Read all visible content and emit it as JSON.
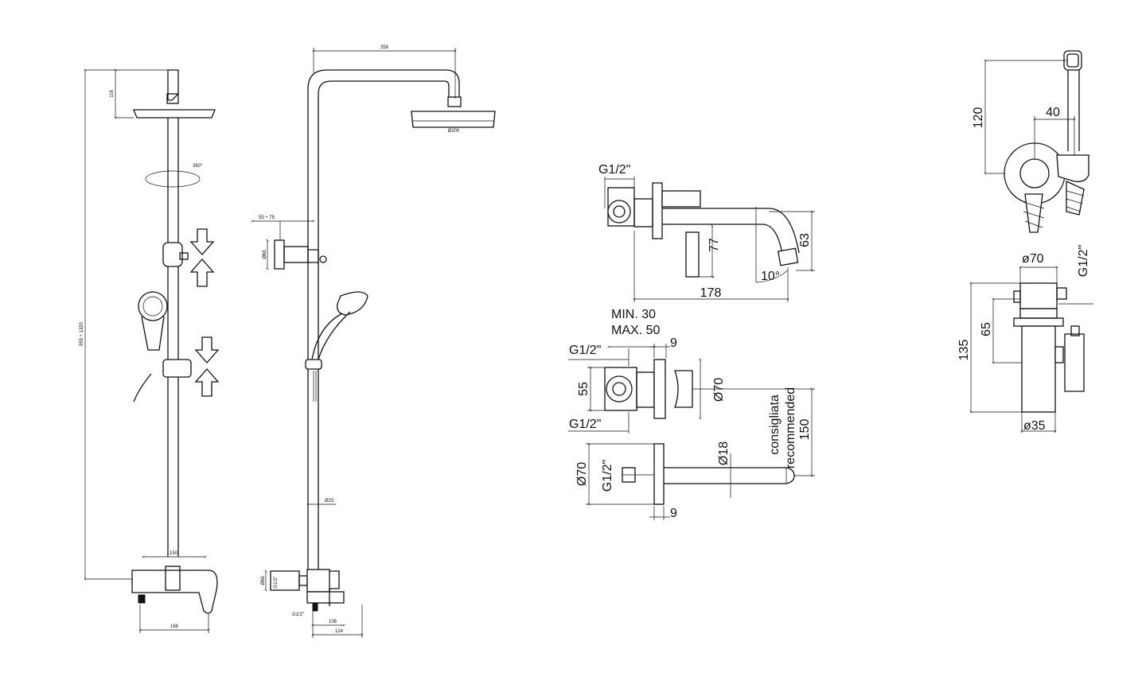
{
  "view1": {
    "dim_height": "116",
    "dim_rotation": "360°",
    "dim_total_height": "955 ÷ 1320",
    "dim_mixer_centers": "150",
    "dim_mixer_width": "168"
  },
  "view2": {
    "dim_arm_length": "358",
    "dim_head_diameter": "Ø200",
    "dim_adjust_range": "55 ÷ 75",
    "dim_bracket_diameter": "Ø66",
    "dim_bar_diameter": "Ø25",
    "dim_connection_diameter": "Ø66",
    "dim_connection_thread": "G1/2\"",
    "dim_base_thread": "G1/2\"",
    "dim_spout_106": "106",
    "dim_spout_124": "124"
  },
  "view3": {
    "thread_top": "G1/2\"",
    "dim_77": "77",
    "dim_63": "63",
    "dim_angle": "10°",
    "dim_178": "178"
  },
  "view4": {
    "min_label": "MIN. 30",
    "max_label": "MAX. 50",
    "dim_9_top": "9",
    "thread_upper": "G1/2\"",
    "dim_55": "55",
    "dim_d70": "Ø70",
    "thread_lower": "G1/2\"",
    "recommended_it": "consigliata",
    "recommended_en": "recommended",
    "dim_150": "150"
  },
  "view5": {
    "dim_d70": "Ø70",
    "thread": "G1/2\"",
    "dim_d18": "Ø18",
    "dim_9_bottom": "9"
  },
  "view6": {
    "dim_120": "120",
    "dim_40": "40"
  },
  "view7": {
    "dim_d70": "ø70",
    "thread": "G1/2\"",
    "dim_65": "65",
    "dim_135": "135",
    "dim_d35": "ø35"
  }
}
